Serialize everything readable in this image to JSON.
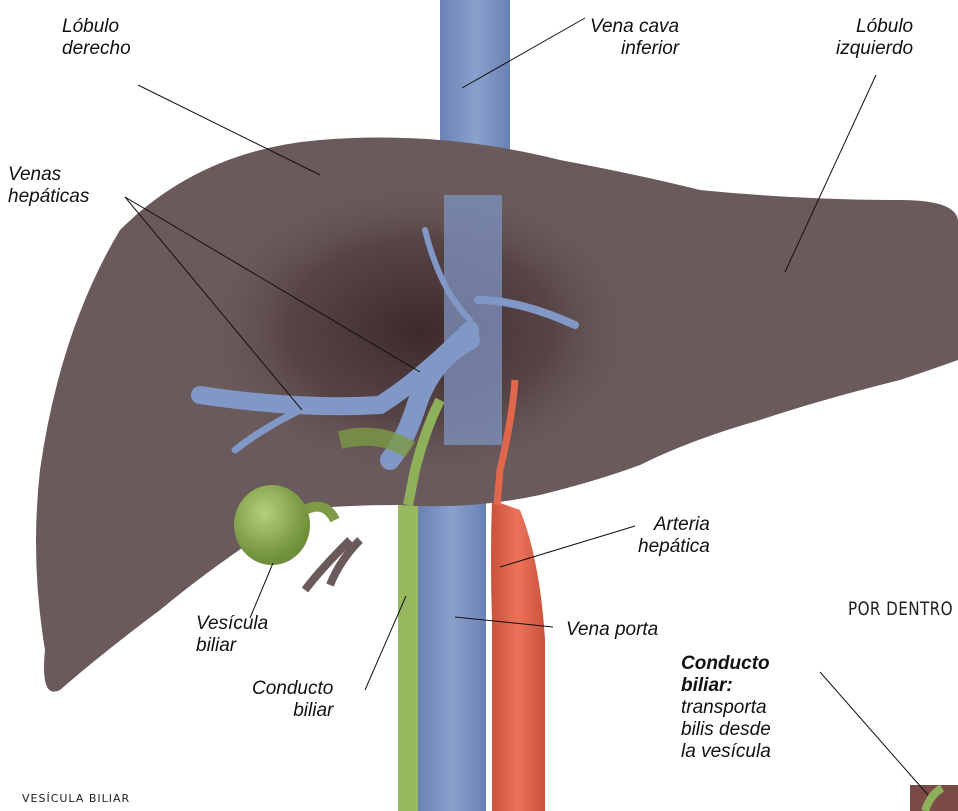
{
  "colors": {
    "liver": "#6a5a5b",
    "liver_dark": "#3e2b2e",
    "vein_blue": "#7d93c0",
    "artery_red": "#e0664c",
    "bile_green": "#8fb05a",
    "gallbladder": "#8fae55"
  },
  "labels": {
    "lobulo_derecho": "Lóbulo\nderecho",
    "vena_cava": "Vena cava\ninferior",
    "lobulo_izquierdo": "Lóbulo\nizquierdo",
    "venas_hepaticas": "Venas\nhepáticas",
    "arteria_hepatica": "Arteria\nhepática",
    "vesicula_biliar": "Vesícula\nbiliar",
    "vena_porta": "Vena porta",
    "conducto_biliar": "Conducto\nbiliar"
  },
  "side_panel": {
    "title": "POR DENTRO",
    "term": "Conducto\nbiliar:",
    "description": "transporta\nbilis desde\nla vesícula"
  },
  "footer_caption": "VESÍCULA BILIAR"
}
